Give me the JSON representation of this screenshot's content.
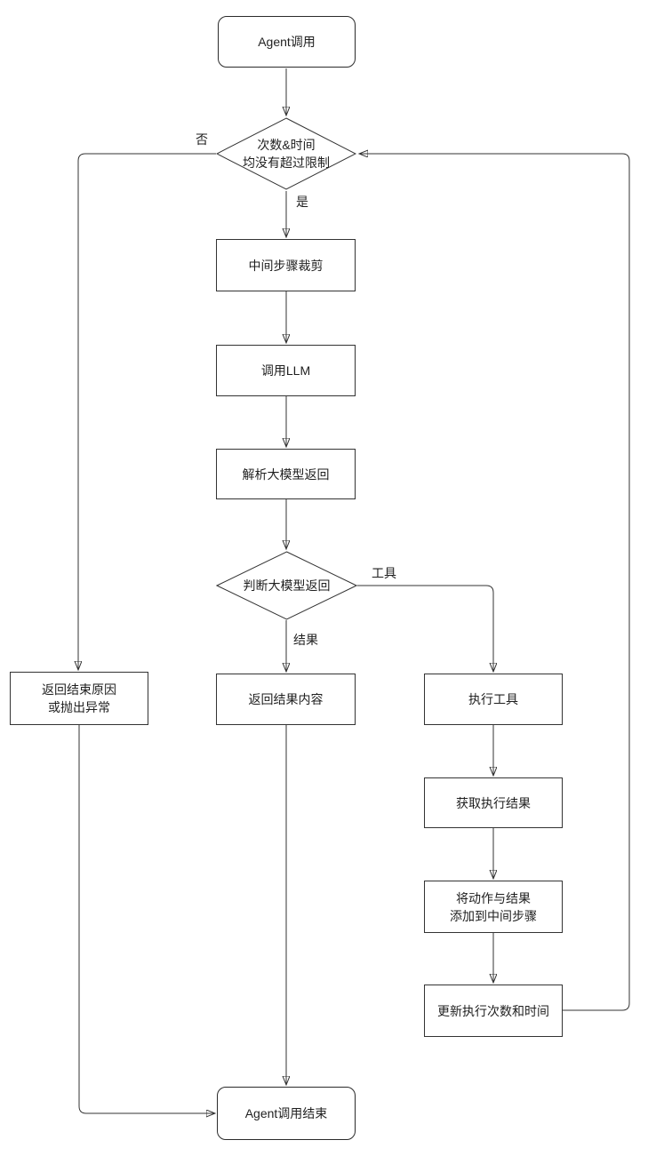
{
  "nodes": {
    "start": {
      "label": "Agent调用"
    },
    "limit_check": {
      "lines": [
        "次数&时间",
        "均没有超过限制"
      ]
    },
    "trim_steps": {
      "label": "中间步骤裁剪"
    },
    "call_llm": {
      "label": "调用LLM"
    },
    "parse_llm": {
      "label": "解析大模型返回"
    },
    "judge_llm": {
      "label": "判断大模型返回"
    },
    "return_reason": {
      "lines": [
        "返回结束原因",
        "或抛出异常"
      ]
    },
    "return_result": {
      "label": "返回结果内容"
    },
    "exec_tool": {
      "label": "执行工具"
    },
    "get_result": {
      "label": "获取执行结果"
    },
    "append_steps": {
      "lines": [
        "将动作与结果",
        "添加到中间步骤"
      ]
    },
    "update_count": {
      "label": "更新执行次数和时间"
    },
    "end": {
      "label": "Agent调用结束"
    }
  },
  "edge_labels": {
    "no": "否",
    "yes": "是",
    "result": "结果",
    "tool": "工具"
  },
  "colors": {
    "stroke": "#333333",
    "text": "#1f1f1f",
    "background": "#ffffff"
  }
}
